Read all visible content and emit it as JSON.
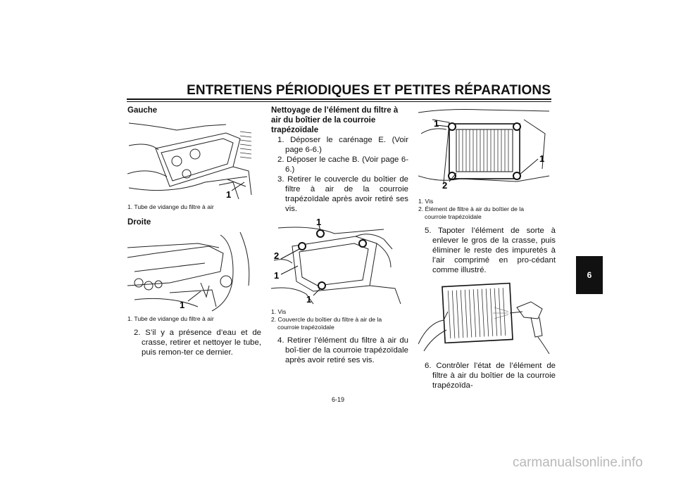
{
  "header": {
    "title": "ENTRETIENS PÉRIODIQUES ET PETITES RÉPARATIONS"
  },
  "section_tab": "6",
  "col1": {
    "heading_left": "Gauche",
    "fig1": {
      "callout": "1",
      "caption": "1. Tube de vidange du filtre à air"
    },
    "heading_right": "Droite",
    "fig2": {
      "callout": "1",
      "caption": "1. Tube de vidange du filtre à air"
    },
    "step2": "2. S’il y a présence d’eau et de crasse, retirer et nettoyer le tube, puis remon-ter ce dernier."
  },
  "col2": {
    "heading": "Nettoyage de l’élément du filtre à air du boîtier de la courroie trapézoïdale",
    "step1": "1. Déposer le carénage E. (Voir page 6-6.)",
    "step2": "2. Déposer le cache B. (Voir page 6-6.)",
    "step3": "3. Retirer le couvercle du boîtier de filtre à air de la courroie trapézoïdale après avoir retiré ses vis.",
    "fig": {
      "callouts": [
        "1",
        "2",
        "1",
        "1"
      ]
    },
    "caption1": "1. Vis",
    "caption2a": "2. Couvercle du boîtier du filtre à air de la",
    "caption2b": "courroie trapézoïdale",
    "step4": "4. Retirer l’élément du filtre à air du boî-tier de la courroie trapézoïdale après avoir retiré ses vis."
  },
  "col3": {
    "fig1": {
      "callouts": [
        "1",
        "1",
        "2"
      ]
    },
    "caption1": "1. Vis",
    "caption2a": "2. Élément de filtre à air du boîtier de la",
    "caption2b": "courroie trapézoïdale",
    "step5": "5. Tapoter l’élément de sorte à enlever le gros de la crasse, puis éliminer le reste des impuretés à l’air comprimé en pro-cédant comme illustré.",
    "step6": "6. Contrôler l’état de l’élément de filtre à air du boîtier de la courroie trapézoïda-"
  },
  "footer": {
    "page_number": "6-19"
  },
  "watermark": "carmanualsonline.info"
}
